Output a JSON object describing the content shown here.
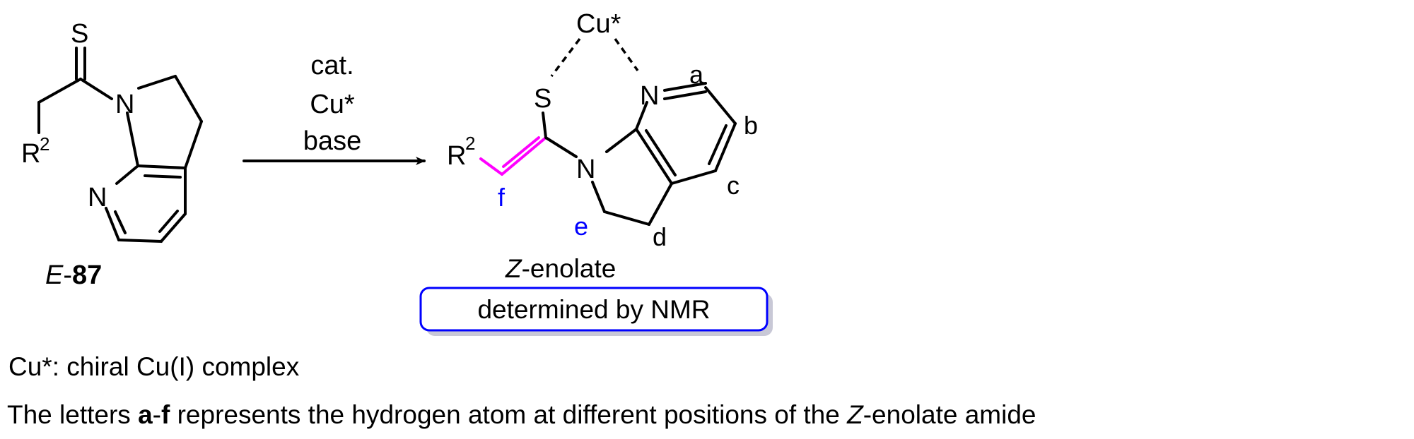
{
  "starting_material": {
    "atoms": {
      "sulfur": "S",
      "nitrogen_amide": "N",
      "nitrogen_pyridine": "N",
      "r_group": "R",
      "r_superscript": "2"
    },
    "label_italic": "E",
    "label_dash": "-",
    "label_number": "87"
  },
  "reaction": {
    "conditions": [
      "cat.",
      "Cu*",
      "base"
    ]
  },
  "product": {
    "copper": "Cu*",
    "atoms": {
      "sulfur": "S",
      "nitrogen_amide": "N",
      "nitrogen_pyridine": "N",
      "r_group": "R",
      "r_superscript": "2"
    },
    "hydrogen_labels": {
      "a": "a",
      "b": "b",
      "c": "c",
      "d": "d",
      "e": "e",
      "f": "f"
    },
    "label_italic": "Z",
    "label_rest": "-enolate",
    "box_text": "determined by NMR",
    "colors": {
      "highlight_bond": "#ff00ff",
      "label_e": "#0000ff",
      "label_f": "#0000ff",
      "box_border": "#0000ff"
    }
  },
  "notes": {
    "line1": "Cu*: chiral Cu(I) complex",
    "line2_pre": "The letters ",
    "line2_bold_a": "a",
    "line2_dash": "-",
    "line2_bold_f": "f",
    "line2_mid": " represents the hydrogen atom at different positions of the ",
    "line2_italic": "Z",
    "line2_post": "-enolate amide"
  }
}
